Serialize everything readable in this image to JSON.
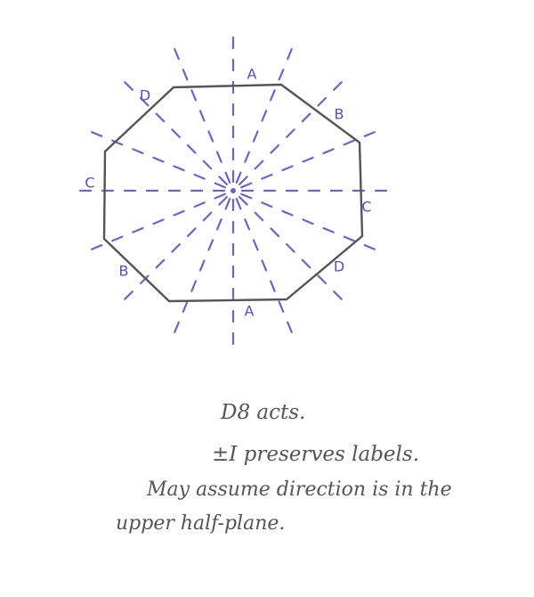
{
  "diagram": {
    "edge_labels": [
      "A",
      "B",
      "C",
      "D",
      "A",
      "B",
      "C",
      "D"
    ],
    "colors": {
      "rays": "#6f63c9",
      "labels": "#5d4cc0",
      "octagon": "#555555",
      "text": "#555555"
    }
  },
  "notes": {
    "line1": "D8 acts.",
    "line2": "±I preserves labels.",
    "line3": "May assume direction is in the",
    "line4": "upper half-plane."
  }
}
